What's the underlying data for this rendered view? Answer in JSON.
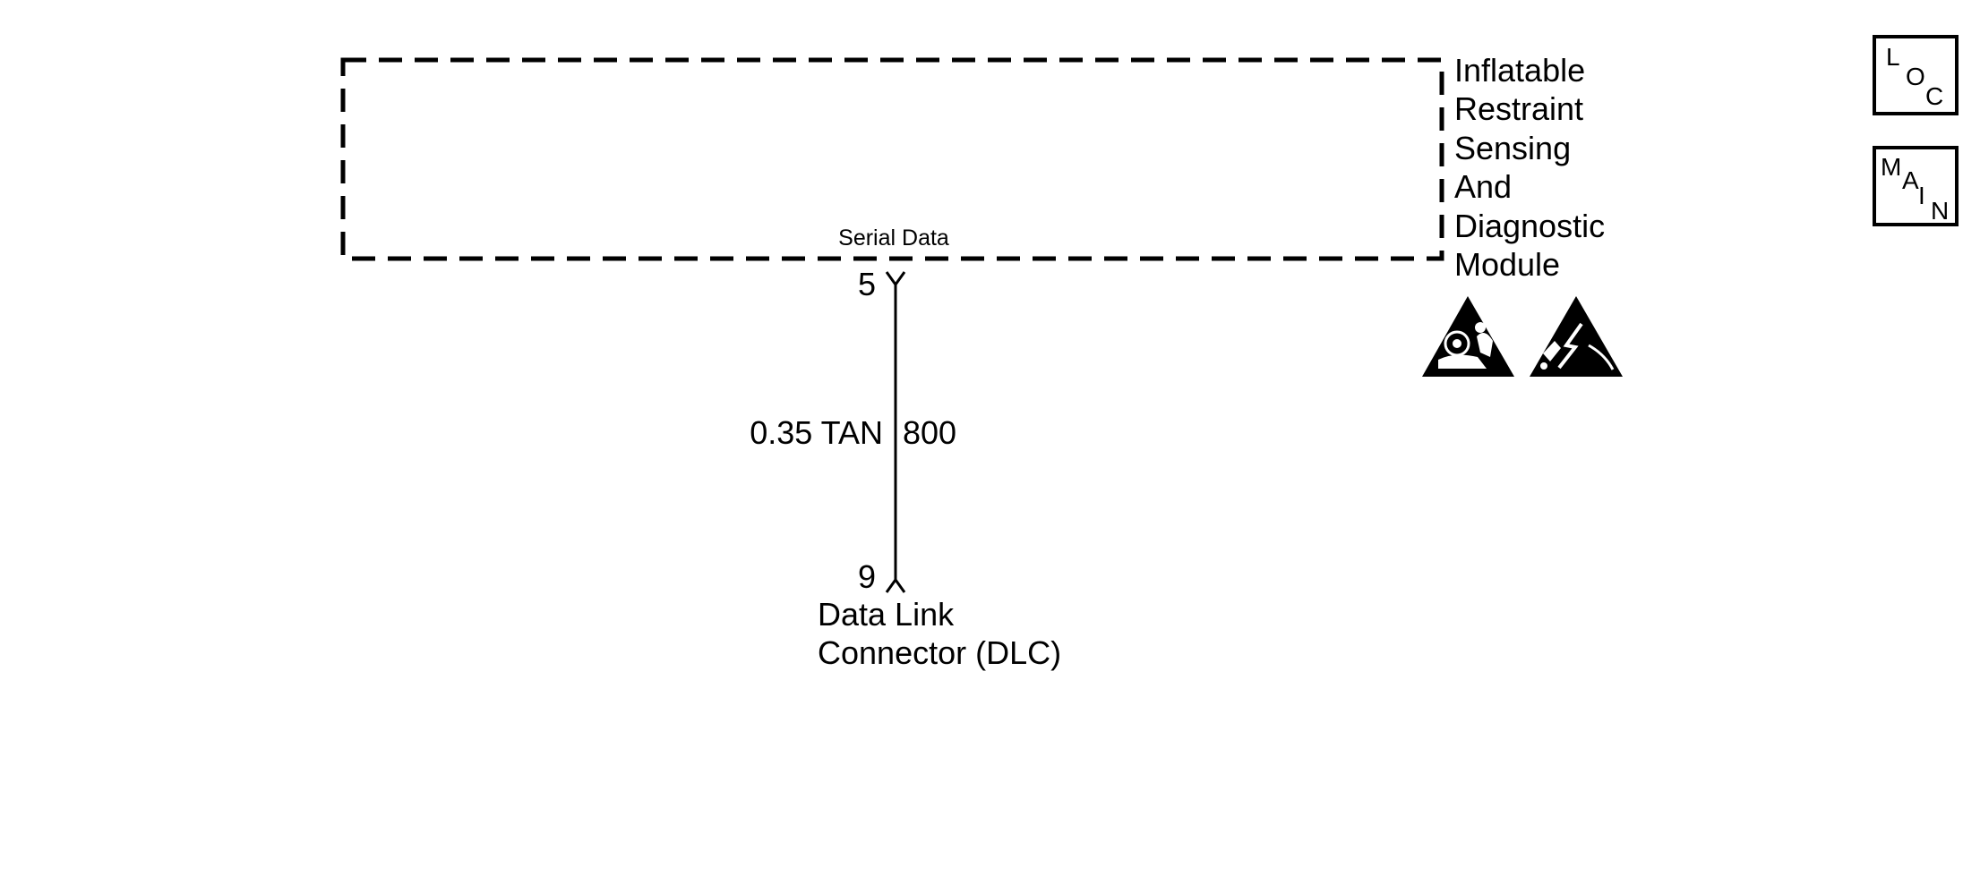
{
  "module": {
    "name_lines": [
      "Inflatable",
      "Restraint",
      "Sensing",
      "And",
      "Diagnostic",
      "Module"
    ],
    "circuit_label": "Serial Data",
    "pin": "5",
    "icons": [
      "airbag-warning-icon",
      "esd-warning-icon"
    ]
  },
  "wire": {
    "size_color": "0.35 TAN",
    "circuit_number": "800"
  },
  "connector": {
    "pin": "9",
    "name_lines": [
      "Data Link",
      "Connector (DLC)"
    ]
  },
  "nav": {
    "loc": [
      "L",
      "O",
      "C"
    ],
    "main": [
      "M",
      "A",
      "I",
      "N"
    ]
  },
  "colors": {
    "line": "#000000",
    "background": "#ffffff"
  }
}
